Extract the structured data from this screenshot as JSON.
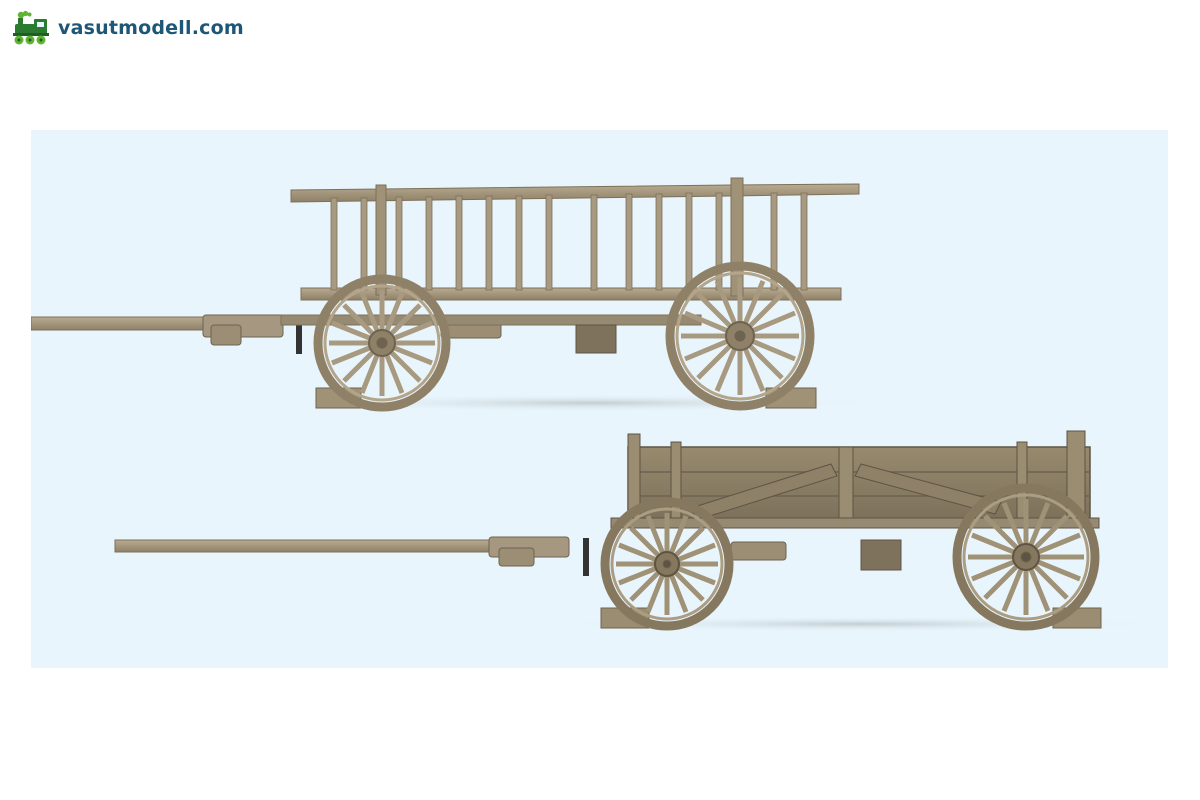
{
  "brand": {
    "name": "vasutmodell.com",
    "logo_icon": "locomotive-icon",
    "colors": {
      "text": "#1d5677",
      "logo_green": "#5fb432"
    }
  },
  "photo": {
    "background": "#e9f5fc",
    "subjects": [
      "ladder-hay-wagon",
      "box-farm-wagon"
    ],
    "wood_color": "#a89a80"
  }
}
